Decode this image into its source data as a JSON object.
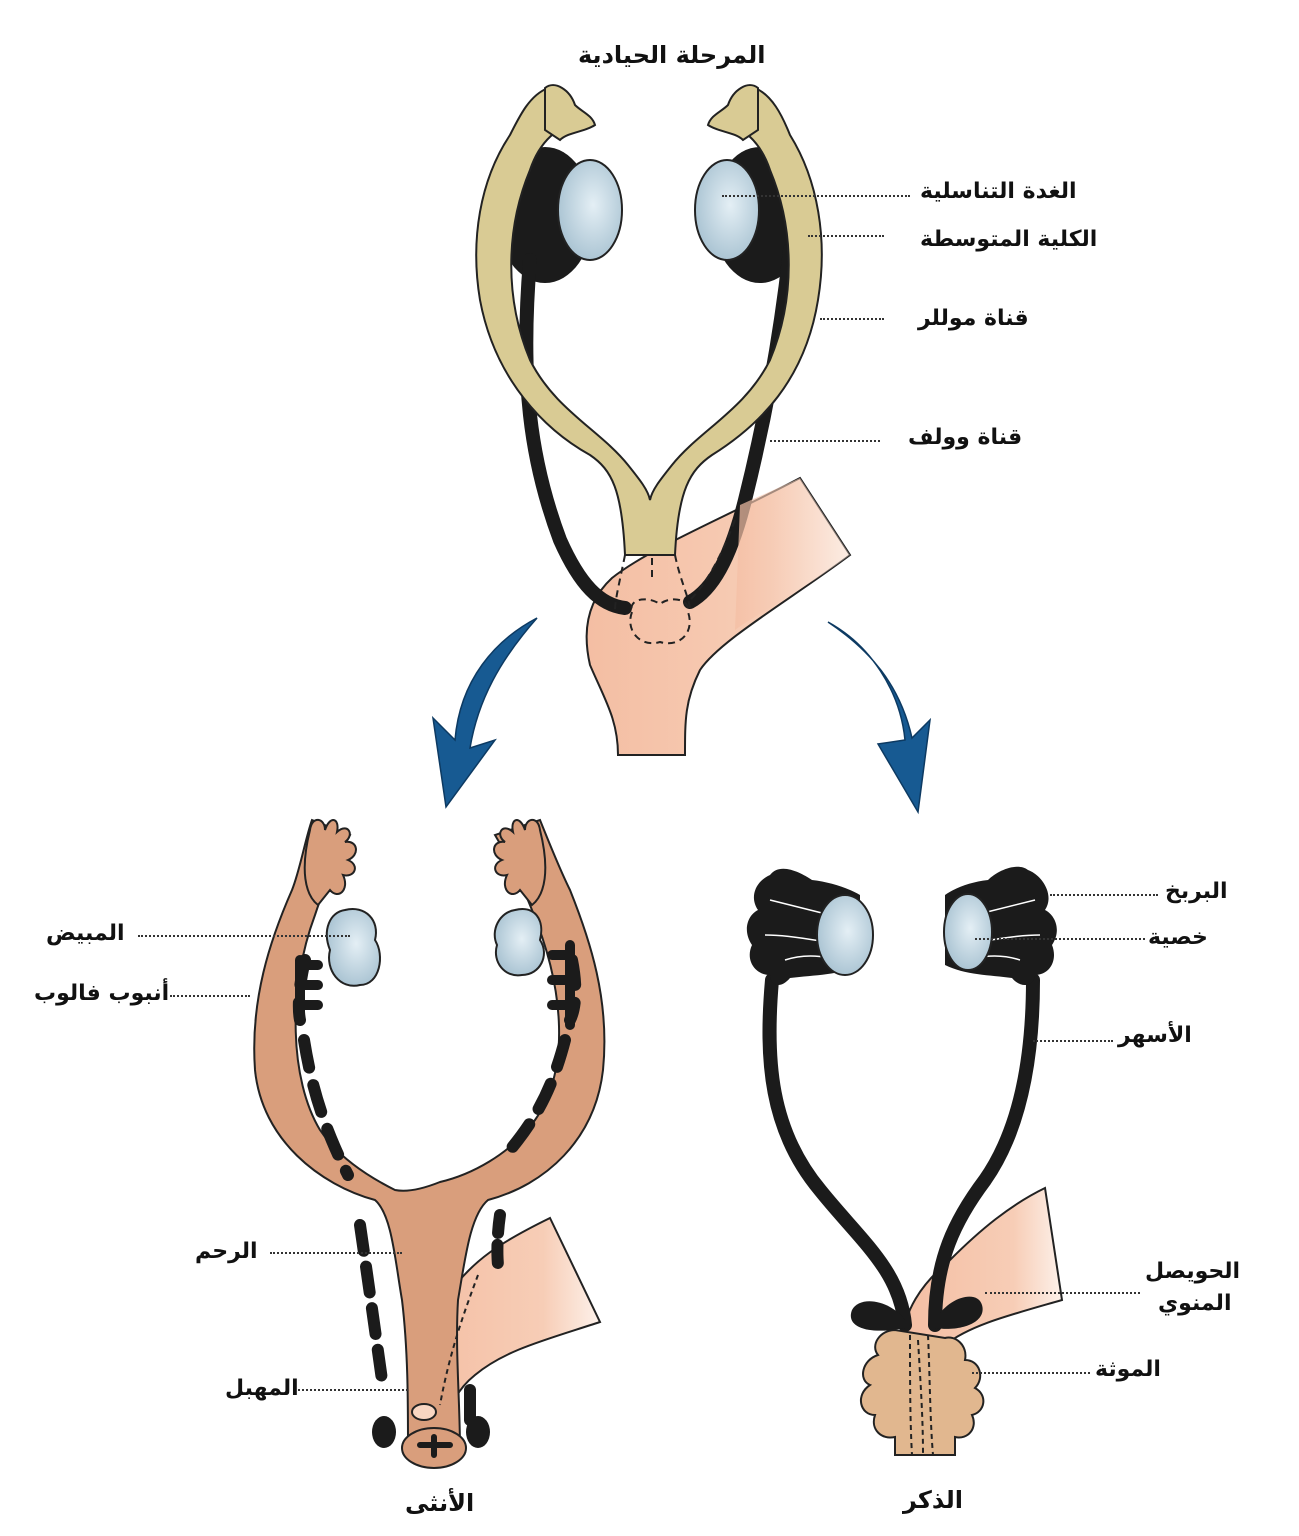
{
  "title": "المرحلة الحيادية",
  "labels": {
    "gonad": "الغدة التناسلية",
    "mesonephros": "الكلية المتوسطة",
    "mullerian_duct": "قناة موللر",
    "wolffian_duct": "قناة وولف",
    "ovary": "المبيض",
    "fallopian_tube": "أنبوب فالوب",
    "uterus": "الرحم",
    "vagina": "المهبل",
    "epididymis": "البربخ",
    "testis": "خصية",
    "vas_deferens": "الأسهر",
    "seminal_vesicle_line1": "الحويصل",
    "seminal_vesicle_line2": "المنوي",
    "prostate": "الموثة",
    "female": "الأنثى",
    "male": "الذكر"
  },
  "colors": {
    "mullerian": "#d9cb94",
    "wolffian": "#1b1b1b",
    "gonad": "#aac4d2",
    "bladder": "#f6c8b0",
    "uterus": "#d99e7c",
    "prostate": "#e1b78f",
    "arrow": "#175a92"
  }
}
